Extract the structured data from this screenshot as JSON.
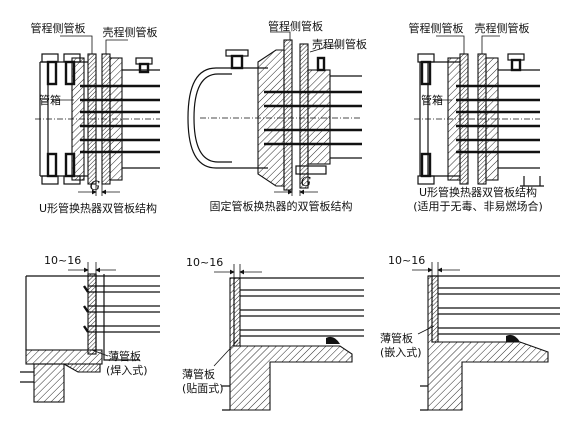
{
  "diagram": {
    "figure1": {
      "label_left_sheet": "管程侧管板",
      "label_right_sheet": "壳程侧管板",
      "label_channel": "管箱",
      "gap_symbol": "G",
      "caption": "U形管换热器双管板结构"
    },
    "figure2": {
      "label_left_sheet": "管程侧管板",
      "label_right_sheet": "壳程侧管板",
      "gap_symbol": "G",
      "caption": "固定管板换热器的双管板结构"
    },
    "figure3": {
      "label_left_sheet": "管程侧管板",
      "label_right_sheet": "壳程侧管板",
      "label_channel": "管箱",
      "caption_line1": "U形管换热器双管板结构",
      "caption_line2": "(适用于无毒、非易燃场合)"
    },
    "detail1": {
      "dimension": "10~16",
      "label_line1": "薄管板",
      "label_line2": "(焊入式)"
    },
    "detail2": {
      "dimension": "10~16",
      "label_line1": "薄管板",
      "label_line2": "(贴面式)"
    },
    "detail3": {
      "dimension": "10~16",
      "label_line1": "薄管板",
      "label_line2": "(嵌入式)"
    }
  }
}
